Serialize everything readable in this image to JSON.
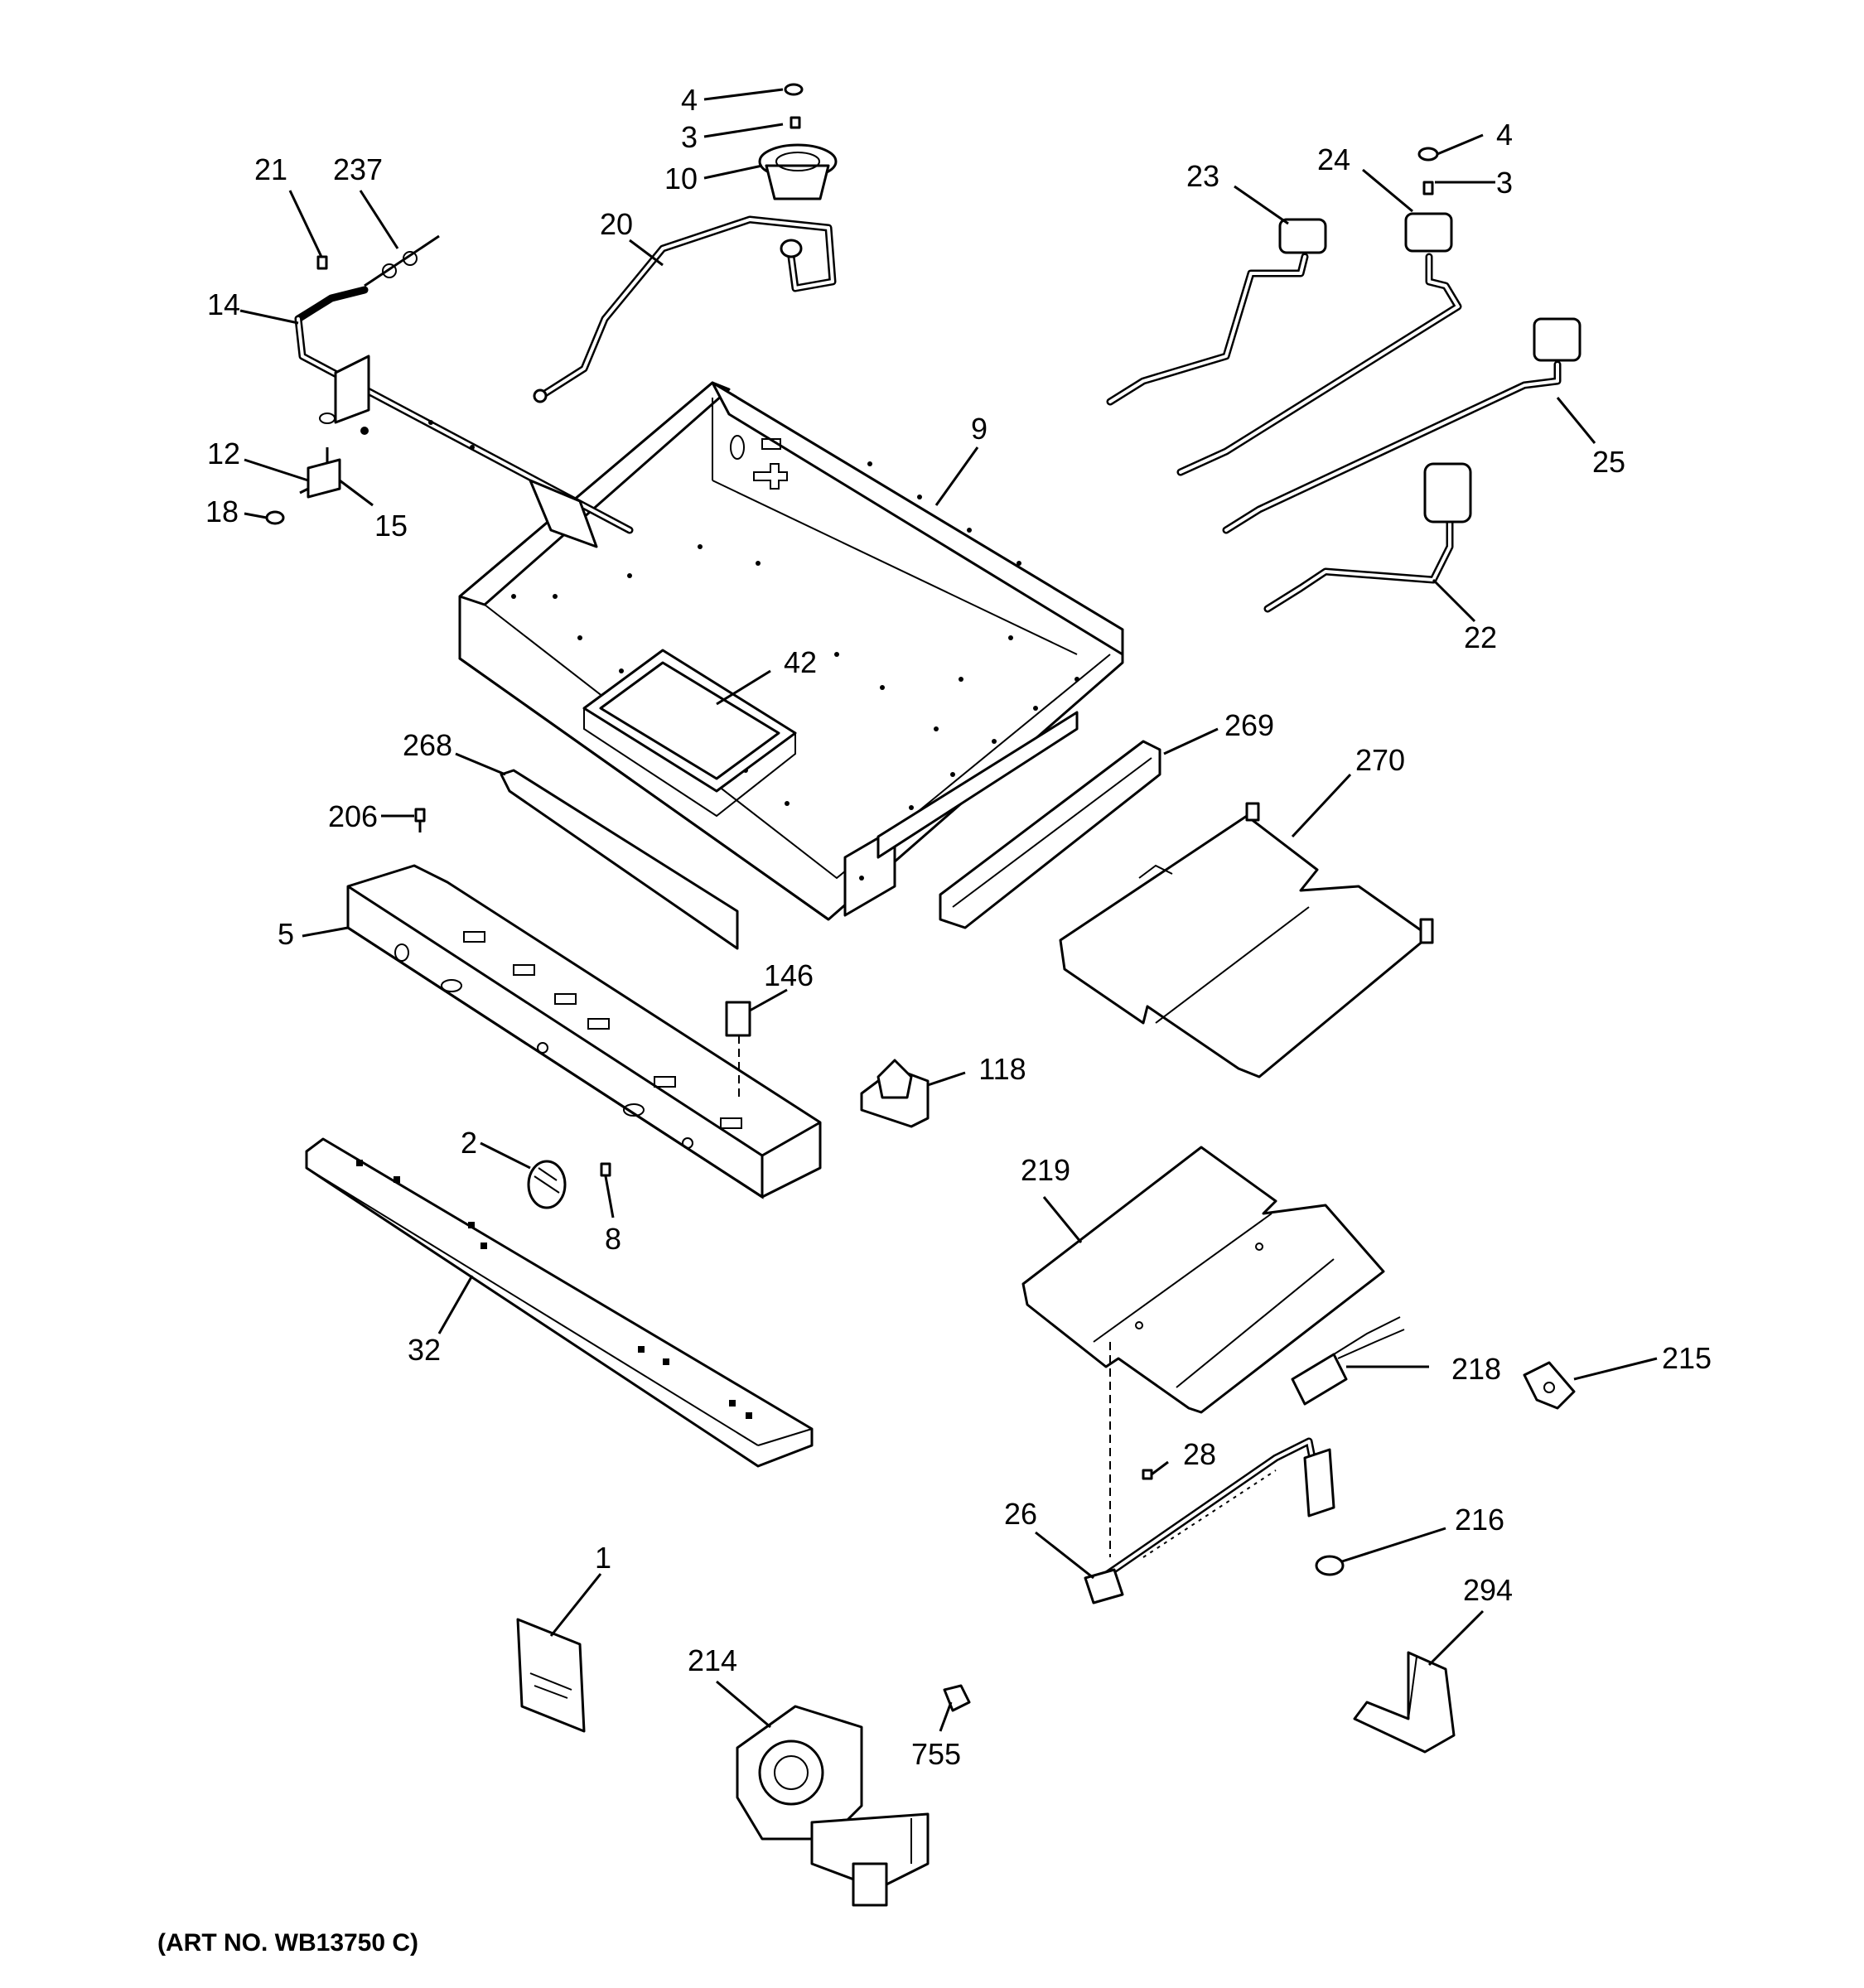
{
  "callouts": [
    {
      "id": "c4a",
      "text": "4"
    },
    {
      "id": "c3a",
      "text": "3"
    },
    {
      "id": "c10",
      "text": "10"
    },
    {
      "id": "c20",
      "text": "20"
    },
    {
      "id": "c21",
      "text": "21"
    },
    {
      "id": "c237",
      "text": "237"
    },
    {
      "id": "c14",
      "text": "14"
    },
    {
      "id": "c12",
      "text": "12"
    },
    {
      "id": "c18",
      "text": "18"
    },
    {
      "id": "c15",
      "text": "15"
    },
    {
      "id": "c9",
      "text": "9"
    },
    {
      "id": "c23",
      "text": "23"
    },
    {
      "id": "c24",
      "text": "24"
    },
    {
      "id": "c4b",
      "text": "4"
    },
    {
      "id": "c3b",
      "text": "3"
    },
    {
      "id": "c25",
      "text": "25"
    },
    {
      "id": "c22",
      "text": "22"
    },
    {
      "id": "c42",
      "text": "42"
    },
    {
      "id": "c268",
      "text": "268"
    },
    {
      "id": "c269",
      "text": "269"
    },
    {
      "id": "c270",
      "text": "270"
    },
    {
      "id": "c206",
      "text": "206"
    },
    {
      "id": "c5",
      "text": "5"
    },
    {
      "id": "c146",
      "text": "146"
    },
    {
      "id": "c118",
      "text": "118"
    },
    {
      "id": "c2",
      "text": "2"
    },
    {
      "id": "c8",
      "text": "8"
    },
    {
      "id": "c219",
      "text": "219"
    },
    {
      "id": "c32",
      "text": "32"
    },
    {
      "id": "c218",
      "text": "218"
    },
    {
      "id": "c215",
      "text": "215"
    },
    {
      "id": "c28",
      "text": "28"
    },
    {
      "id": "c26",
      "text": "26"
    },
    {
      "id": "c216",
      "text": "216"
    },
    {
      "id": "c1",
      "text": "1"
    },
    {
      "id": "c294",
      "text": "294"
    },
    {
      "id": "c214",
      "text": "214"
    },
    {
      "id": "c755",
      "text": "755"
    }
  ],
  "art_number": "(ART NO. WB13750 C)"
}
